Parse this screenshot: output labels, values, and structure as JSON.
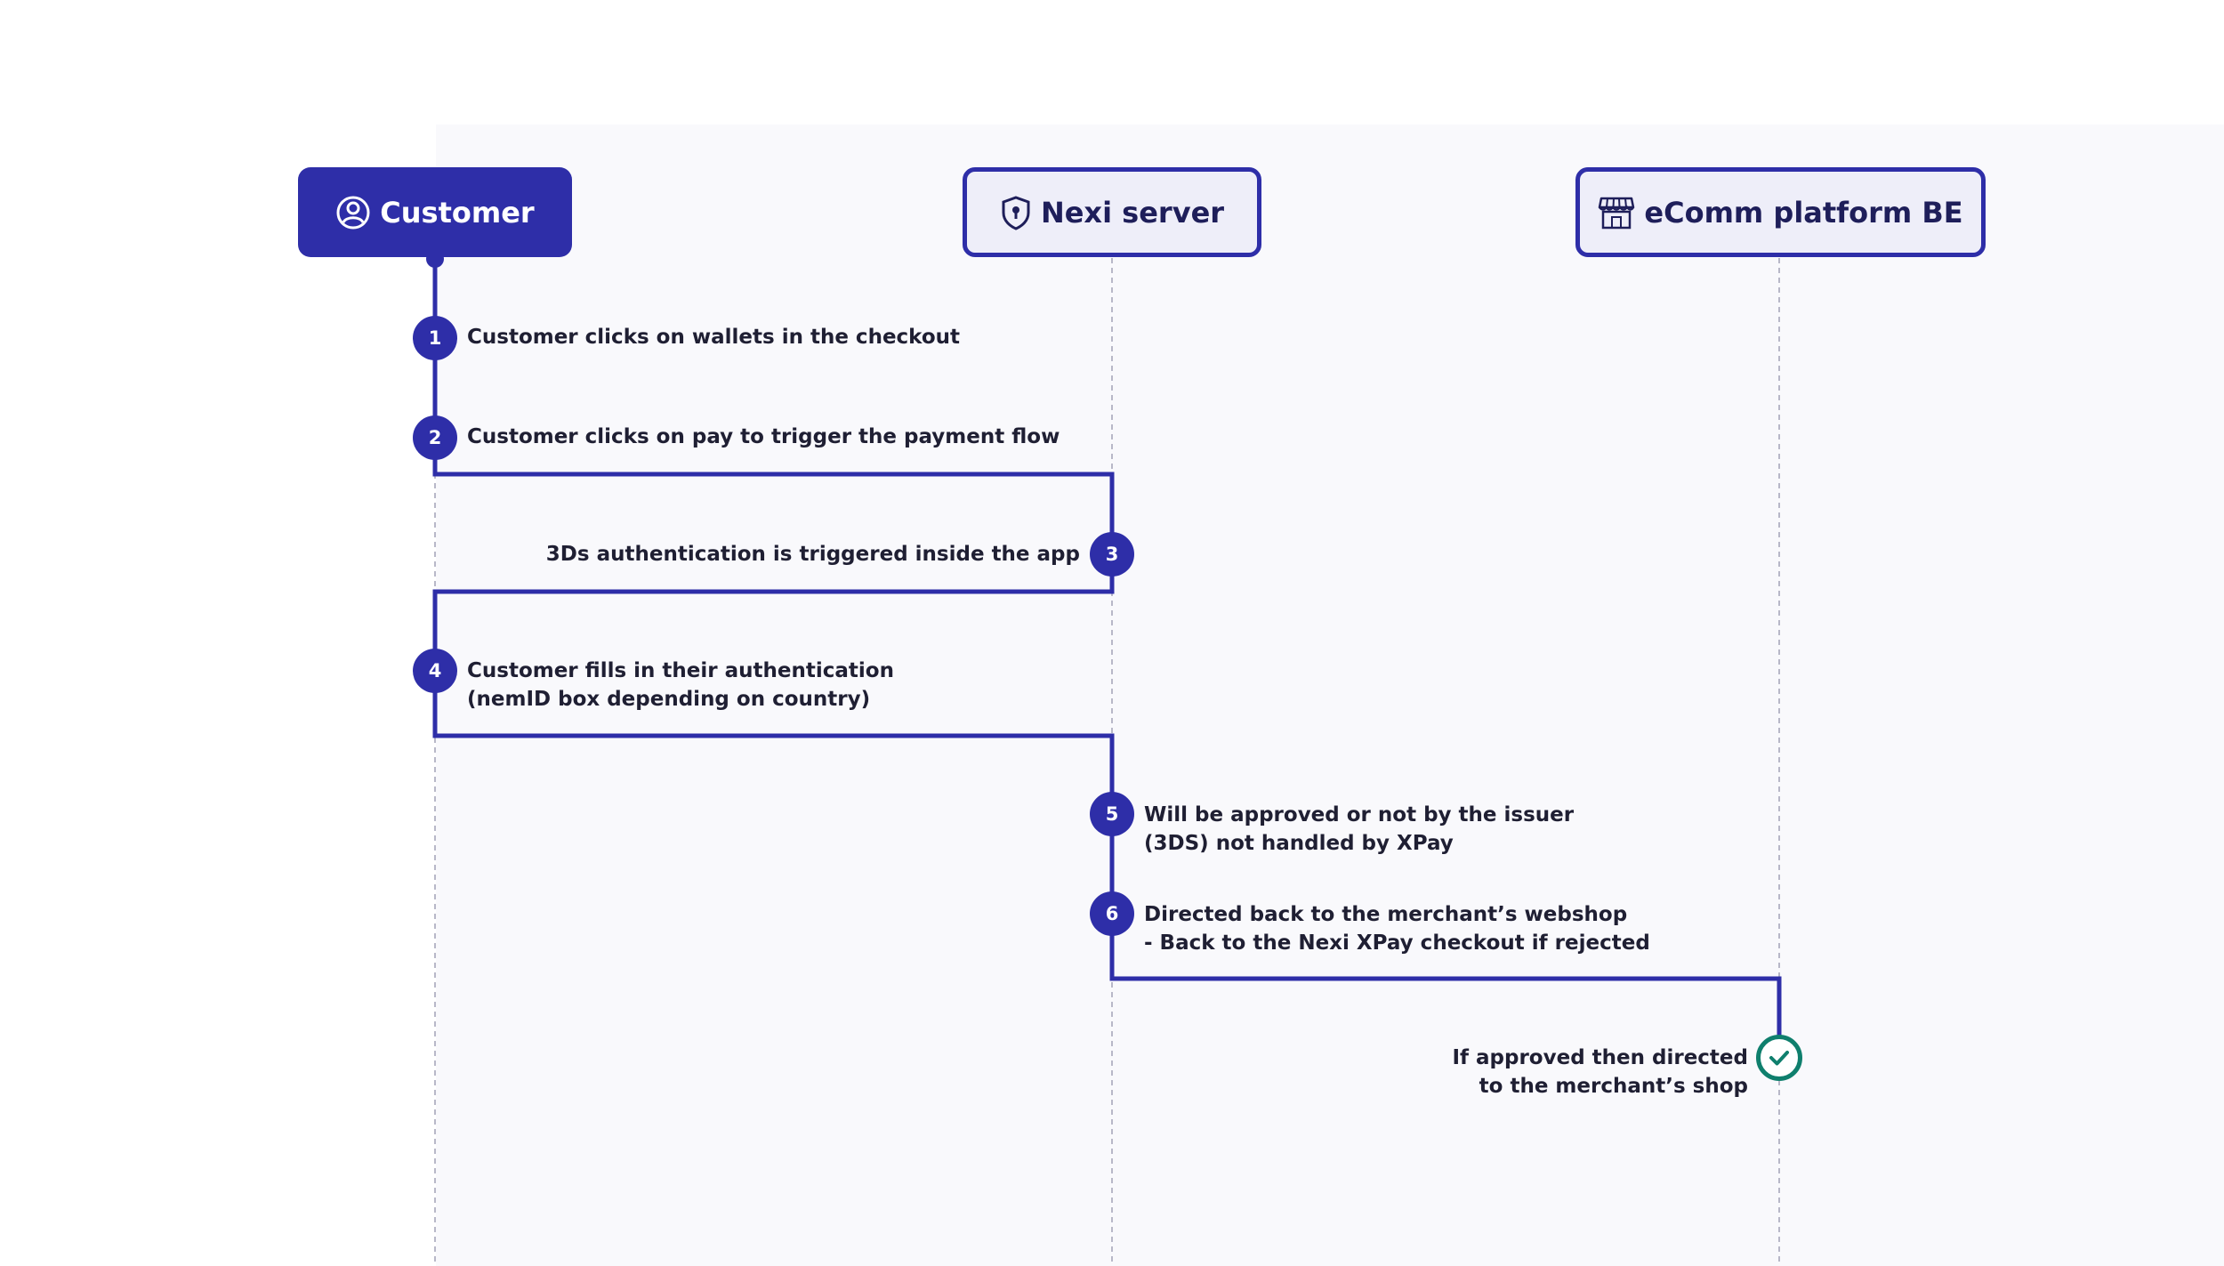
{
  "actors": {
    "customer": {
      "label": "Customer",
      "icon": "user-circle-icon"
    },
    "nexi": {
      "label": "Nexi server",
      "icon": "shield-keyhole-icon"
    },
    "ecomm": {
      "label": "eComm platform BE",
      "icon": "storefront-icon"
    }
  },
  "steps": [
    {
      "number": "1",
      "text": "Customer clicks on wallets in the checkout"
    },
    {
      "number": "2",
      "text": "Customer clicks on pay to trigger the payment flow"
    },
    {
      "number": "3",
      "text": "3Ds authentication is triggered inside the app"
    },
    {
      "number": "4",
      "text": "Customer fills in their authentication\n(nemID box depending on country)"
    },
    {
      "number": "5",
      "text": "Will be approved or not by the issuer\n(3DS) not handled by XPay"
    },
    {
      "number": "6",
      "text": "Directed back to the merchant’s webshop\n- Back to the Nexi XPay checkout if rejected"
    }
  ],
  "final": {
    "icon": "checkmark-icon",
    "text": "If approved then directed\nto the merchant’s shop"
  },
  "colors": {
    "accent": "#2e2ea8",
    "success": "#0f7f6d",
    "lifeline": "#b8b8c8"
  }
}
